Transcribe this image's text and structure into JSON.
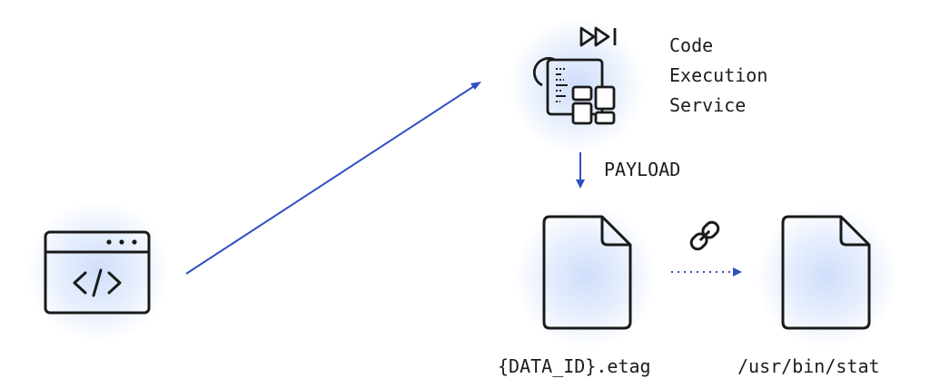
{
  "service": {
    "title_lines": [
      "Code",
      "Execution",
      "Service"
    ],
    "icon": "code-execution-service-icon"
  },
  "flow": {
    "payload_label": "PAYLOAD"
  },
  "files": {
    "source_name": "{DATA_ID}.etag",
    "target_name": "/usr/bin/stat",
    "icon": "file-icon",
    "link_icon": "chain-link-icon"
  },
  "client": {
    "icon": "browser-code-window-icon"
  },
  "colors": {
    "accent": "#2f4fc4",
    "stroke": "#1a1a1a",
    "glow": "#dce6fb"
  }
}
